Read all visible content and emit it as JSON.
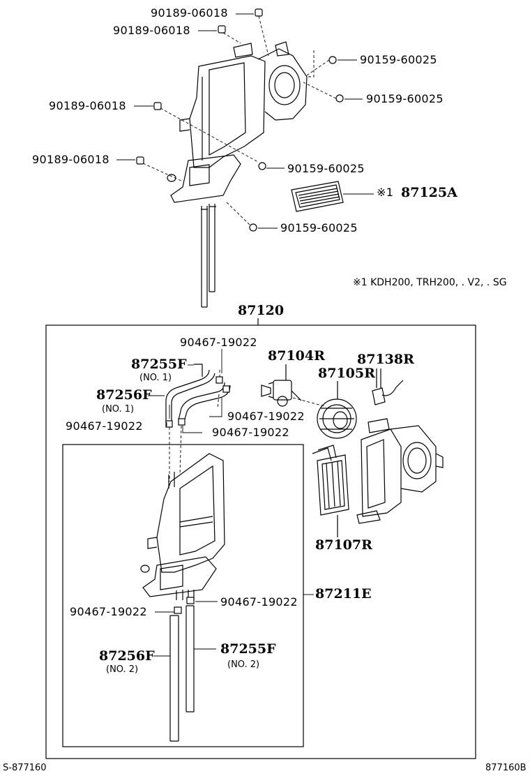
{
  "upper": {
    "labels": {
      "p1": "90189-06018",
      "p2": "90189-06018",
      "p3": "90159-60025",
      "p4": "90159-60025",
      "p5": "90189-06018",
      "p6": "90189-06018",
      "p7": "90159-60025",
      "p8": "87125A",
      "p8_mark": "※1",
      "p9": "90159-60025"
    },
    "note": "※1  KDH200, TRH200, . V2, . SG"
  },
  "assembly": {
    "number": "87120",
    "labels": {
      "a1": "90467-19022",
      "a2": "87104R",
      "a3": "87138R",
      "a4": "87255F",
      "a4_sub": "(NO. 1)",
      "a5": "87105R",
      "a6": "87256F",
      "a6_sub": "(NO. 1)",
      "a7": "90467-19022",
      "a8": "90467-19022",
      "a9": "90467-19022",
      "a10": "87107R",
      "a11": "87211E",
      "a12": "90467-19022",
      "a13": "90467-19022",
      "a14": "87256F",
      "a14_sub": "(NO. 2)",
      "a15": "87255F",
      "a15_sub": "(NO. 2)"
    }
  },
  "footer": {
    "left": "S-877160",
    "right": "877160B"
  }
}
